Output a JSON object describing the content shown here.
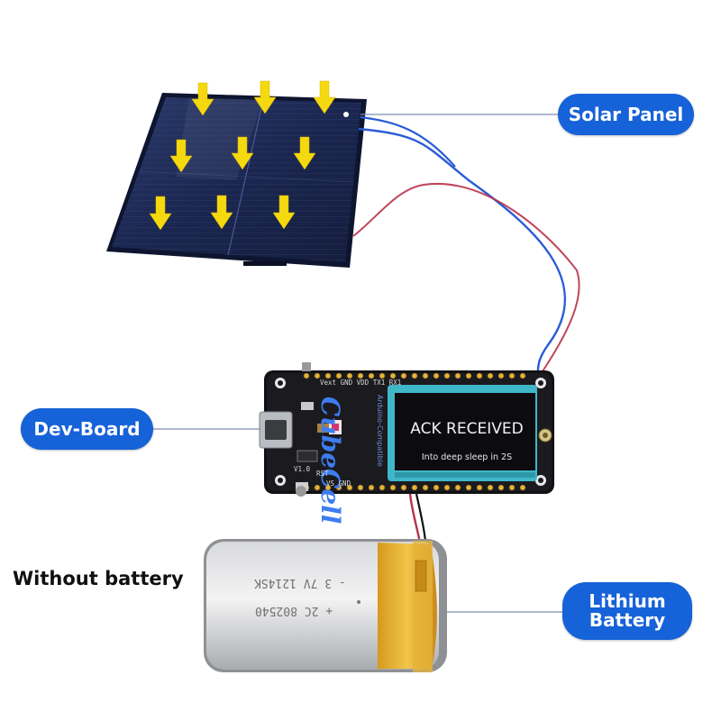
{
  "labels": {
    "solar_panel": "Solar Panel",
    "dev_board": "Dev-Board",
    "lithium_line1": "Lithium",
    "lithium_line2": "Battery"
  },
  "note": "Without battery",
  "board": {
    "brand": "CubeCell",
    "silk_vertical": "Arduino-Compatible",
    "silk_top": "Vext GND VDD TX1 RX1",
    "silk_rst": "RST",
    "silk_gnd": "VS GND",
    "silk_ver": "V1.0"
  },
  "oled": {
    "line1": "ACK RECEIVED",
    "line2": "Into deep sleep in 2S"
  },
  "battery": {
    "print1": "- 3 7V 1214SK",
    "print2": "+ 2C 802540"
  },
  "colors": {
    "pill": "#1662d8",
    "arrow": "#f5d90f",
    "wire_blue": "#2a5cd8",
    "wire_red": "#b8324a",
    "oled_frame": "#3fb7c9"
  },
  "icons": [
    "sun-arrow-icon",
    "usb-port-icon",
    "antenna-connector-icon"
  ]
}
